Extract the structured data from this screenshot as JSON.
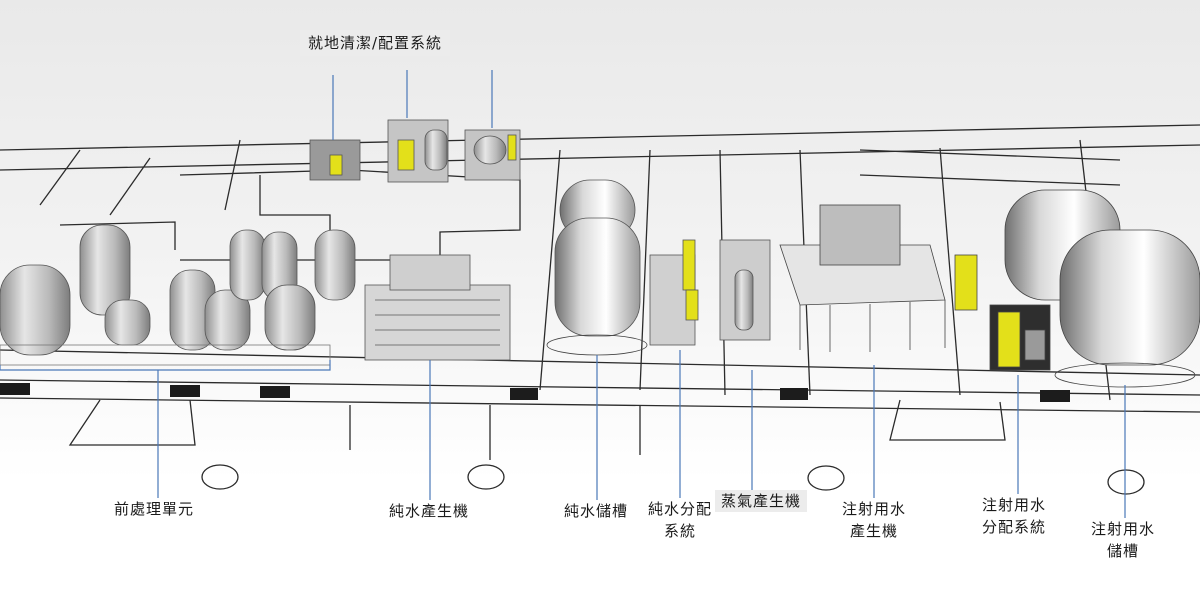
{
  "labels": {
    "cip": "就地清潔/配置系統",
    "pretreatment": "前處理單元",
    "purified_water_generator": "純水產生機",
    "purified_water_tank": "純水儲槽",
    "purified_water_distribution": [
      "純水分配",
      "系統"
    ],
    "steam_generator": "蒸氣產生機",
    "wfi_generator": [
      "注射用水",
      "產生機"
    ],
    "wfi_distribution": [
      "注射用水",
      "分配系統"
    ],
    "wfi_tank": [
      "注射用水",
      "儲槽"
    ]
  },
  "colors": {
    "equipment": "#bdbdbd",
    "accent_yellow": "#e3e01a",
    "leader_line": "#4a78b8",
    "floor_line": "#2b2b2b"
  }
}
